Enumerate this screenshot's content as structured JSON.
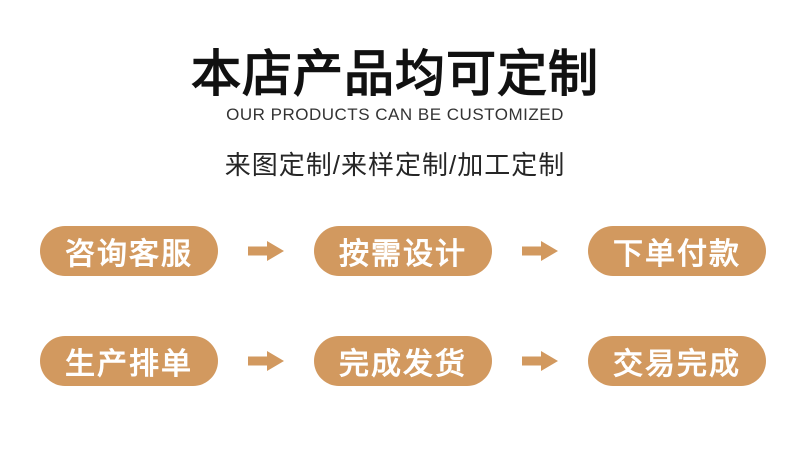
{
  "header": {
    "title": "本店产品均可定制",
    "subtitle": "OUR PRODUCTS CAN BE CUSTOMIZED",
    "tagline": "来图定制/来样定制/加工定制"
  },
  "process": {
    "rows": [
      [
        "咨询客服",
        "按需设计",
        "下单付款"
      ],
      [
        "生产排单",
        "完成发货",
        "交易完成"
      ]
    ],
    "arrow_icon": "right-block-arrow",
    "step_count": 6
  },
  "colors": {
    "accent": "#D2995F",
    "pill_text": "#FFFFFF",
    "title": "#111111",
    "body_text": "#333333",
    "background": "#FFFFFF"
  }
}
